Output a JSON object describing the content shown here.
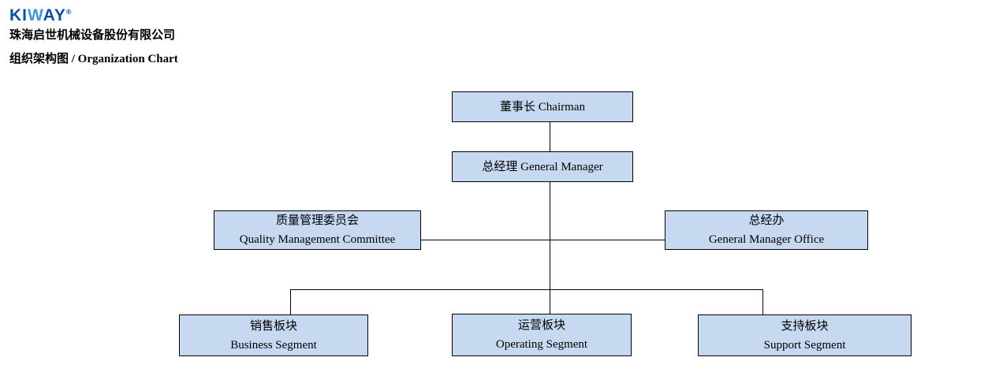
{
  "header": {
    "logo_parts": [
      "KI",
      "W",
      "AY"
    ],
    "logo_registered": "®",
    "company_name": "珠海启世机械设备股份有限公司",
    "page_title": "组织架构图 / Organization Chart"
  },
  "colors": {
    "box_fill": "#c6d9f1",
    "box_border": "#000000",
    "line_color": "#000000",
    "logo_blue": "#0b4ea2",
    "logo_light_blue": "#3e97d6",
    "text_color": "#000000"
  },
  "org_chart": {
    "type": "org-chart",
    "nodes": [
      {
        "id": "chairman",
        "lines": [
          "董事长 Chairman"
        ]
      },
      {
        "id": "general-manager",
        "lines": [
          "总经理 General Manager"
        ]
      },
      {
        "id": "quality-management-committee",
        "lines": [
          "质量管理委员会",
          "Quality Management Committee"
        ]
      },
      {
        "id": "general-manager-office",
        "lines": [
          "总经办",
          "General Manager Office"
        ]
      },
      {
        "id": "business-segment",
        "lines": [
          "销售板块",
          "Business Segment"
        ]
      },
      {
        "id": "operating-segment",
        "lines": [
          "运营板块",
          "Operating Segment"
        ]
      },
      {
        "id": "support-segment",
        "lines": [
          "支持板块",
          "Support Segment"
        ]
      }
    ],
    "edges": [
      {
        "from": "chairman",
        "to": "general-manager"
      },
      {
        "from": "general-manager",
        "to": "quality-management-committee"
      },
      {
        "from": "general-manager",
        "to": "general-manager-office"
      },
      {
        "from": "general-manager",
        "to": "business-segment"
      },
      {
        "from": "general-manager",
        "to": "operating-segment"
      },
      {
        "from": "general-manager",
        "to": "support-segment"
      }
    ]
  }
}
